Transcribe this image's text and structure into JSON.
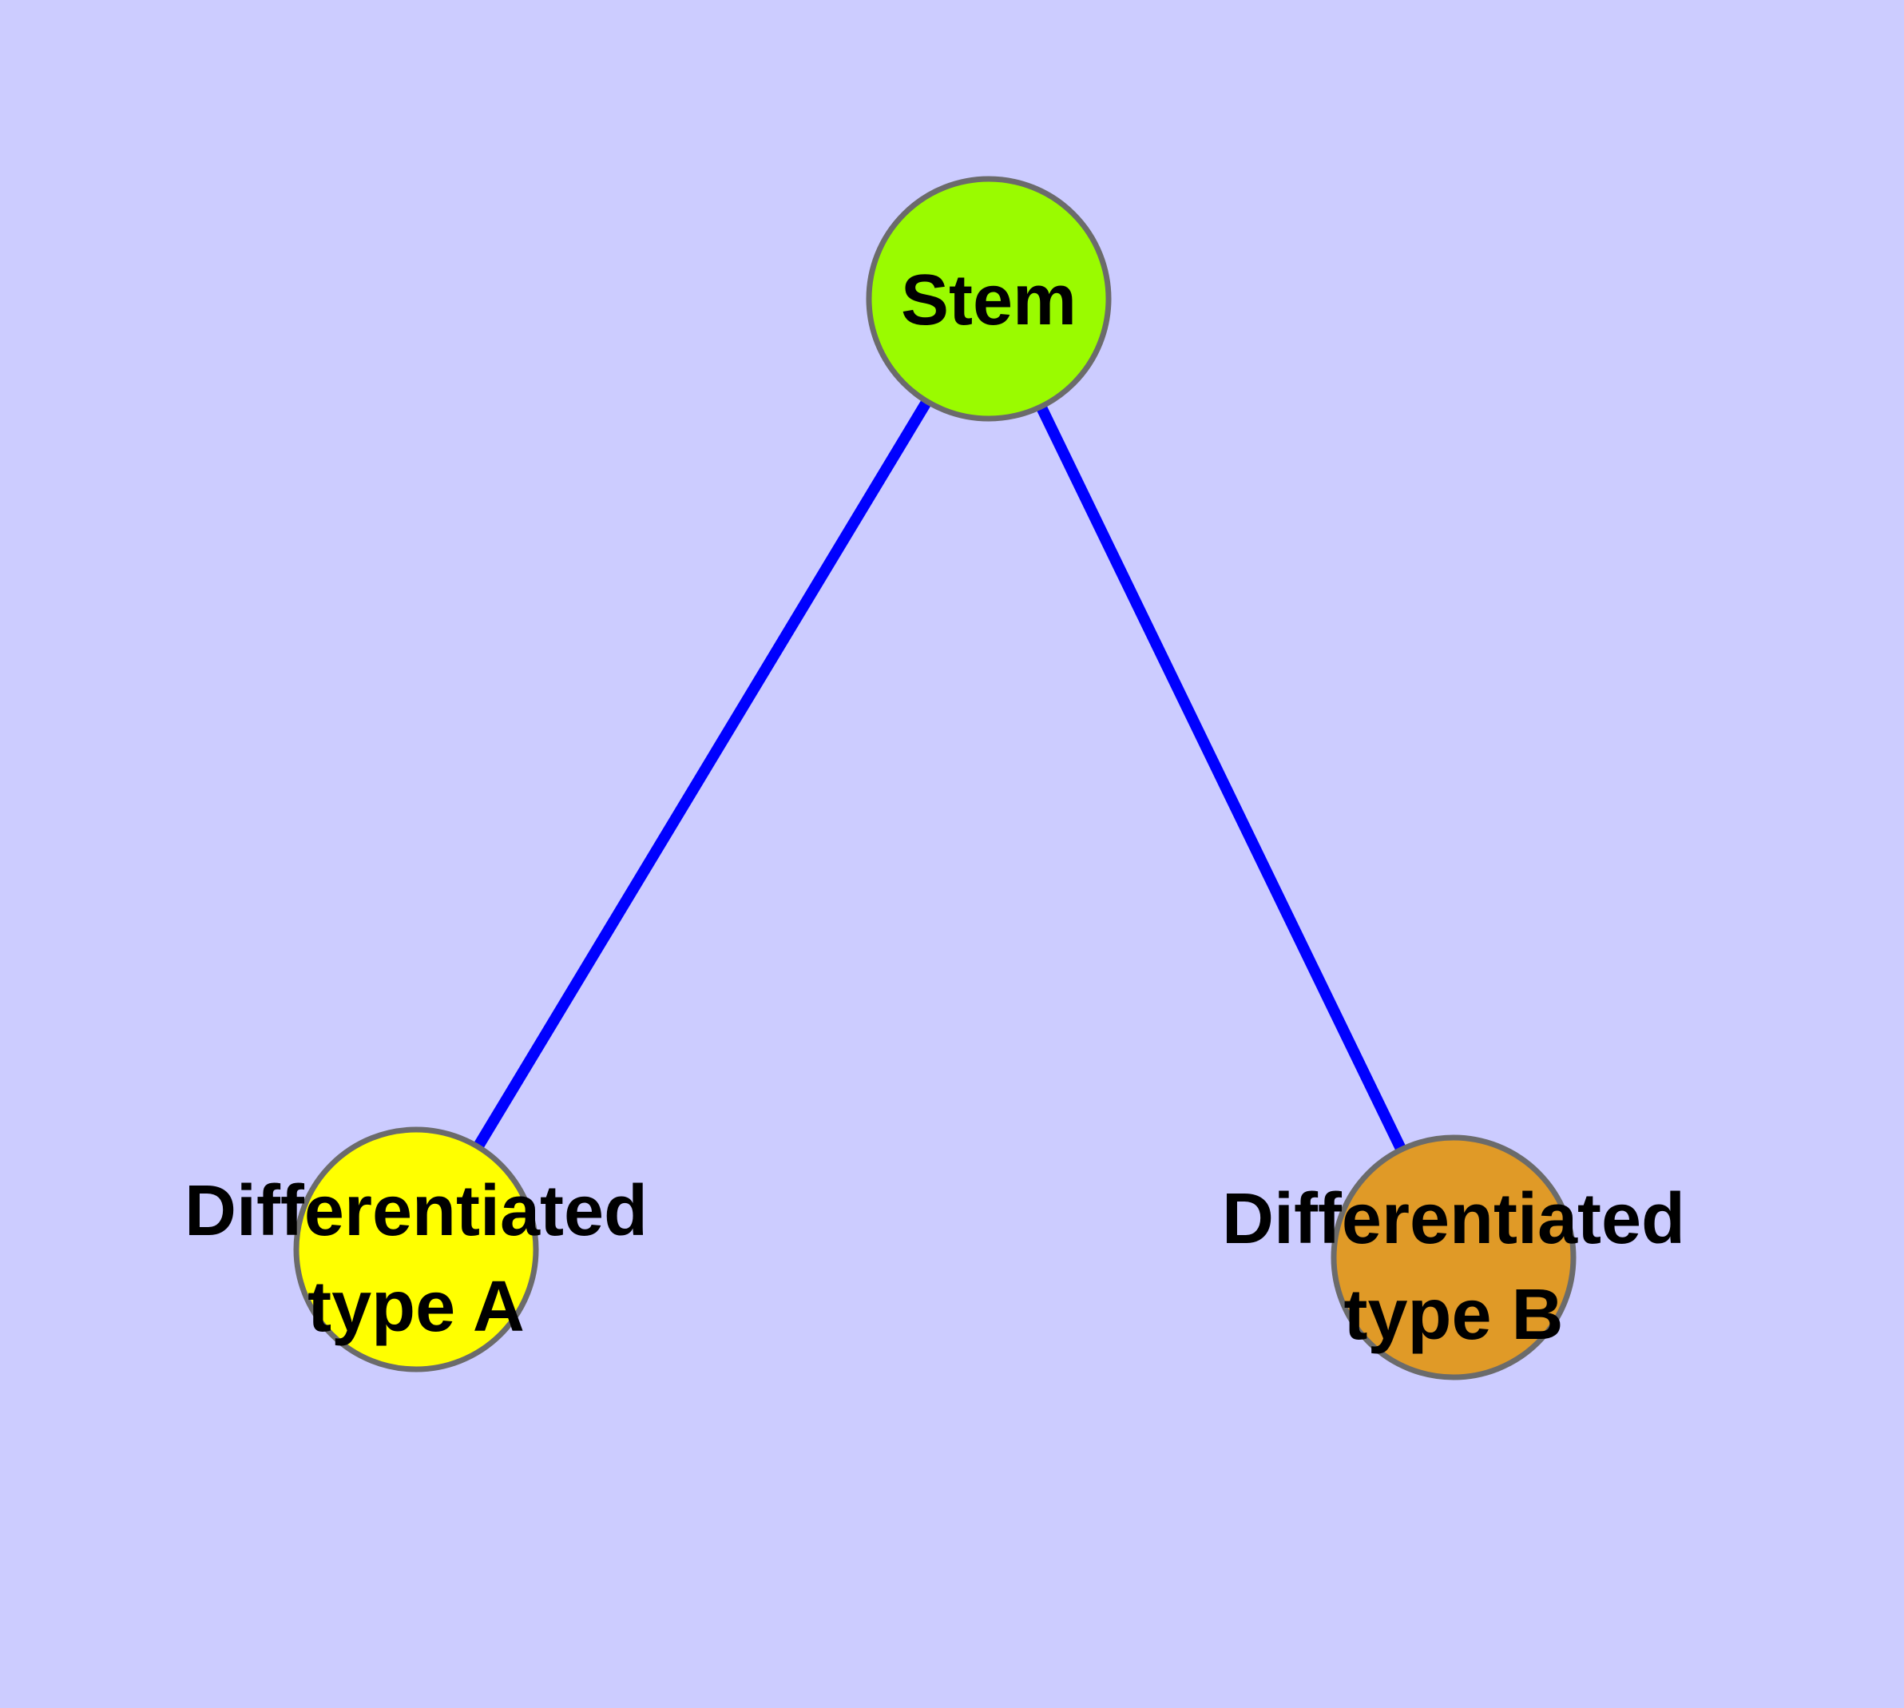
{
  "diagram": {
    "type": "graph",
    "description": "Stem cell differentiation tree",
    "colors": {
      "background": "#ccccff",
      "edge": "#0000ff",
      "node_border": "#6b6b6b",
      "text": "#000000"
    },
    "nodes": {
      "stem": {
        "label": "Stem",
        "fill": "#9afb00"
      },
      "type_a": {
        "label_line1": "Differentiated",
        "label_line2": "type A",
        "fill": "#ffff00"
      },
      "type_b": {
        "label_line1": "Differentiated",
        "label_line2": "type B",
        "fill": "#e09a27"
      }
    },
    "edges": [
      {
        "from": "Stem",
        "to": "Differentiated type A"
      },
      {
        "from": "Stem",
        "to": "Differentiated type B"
      }
    ]
  }
}
